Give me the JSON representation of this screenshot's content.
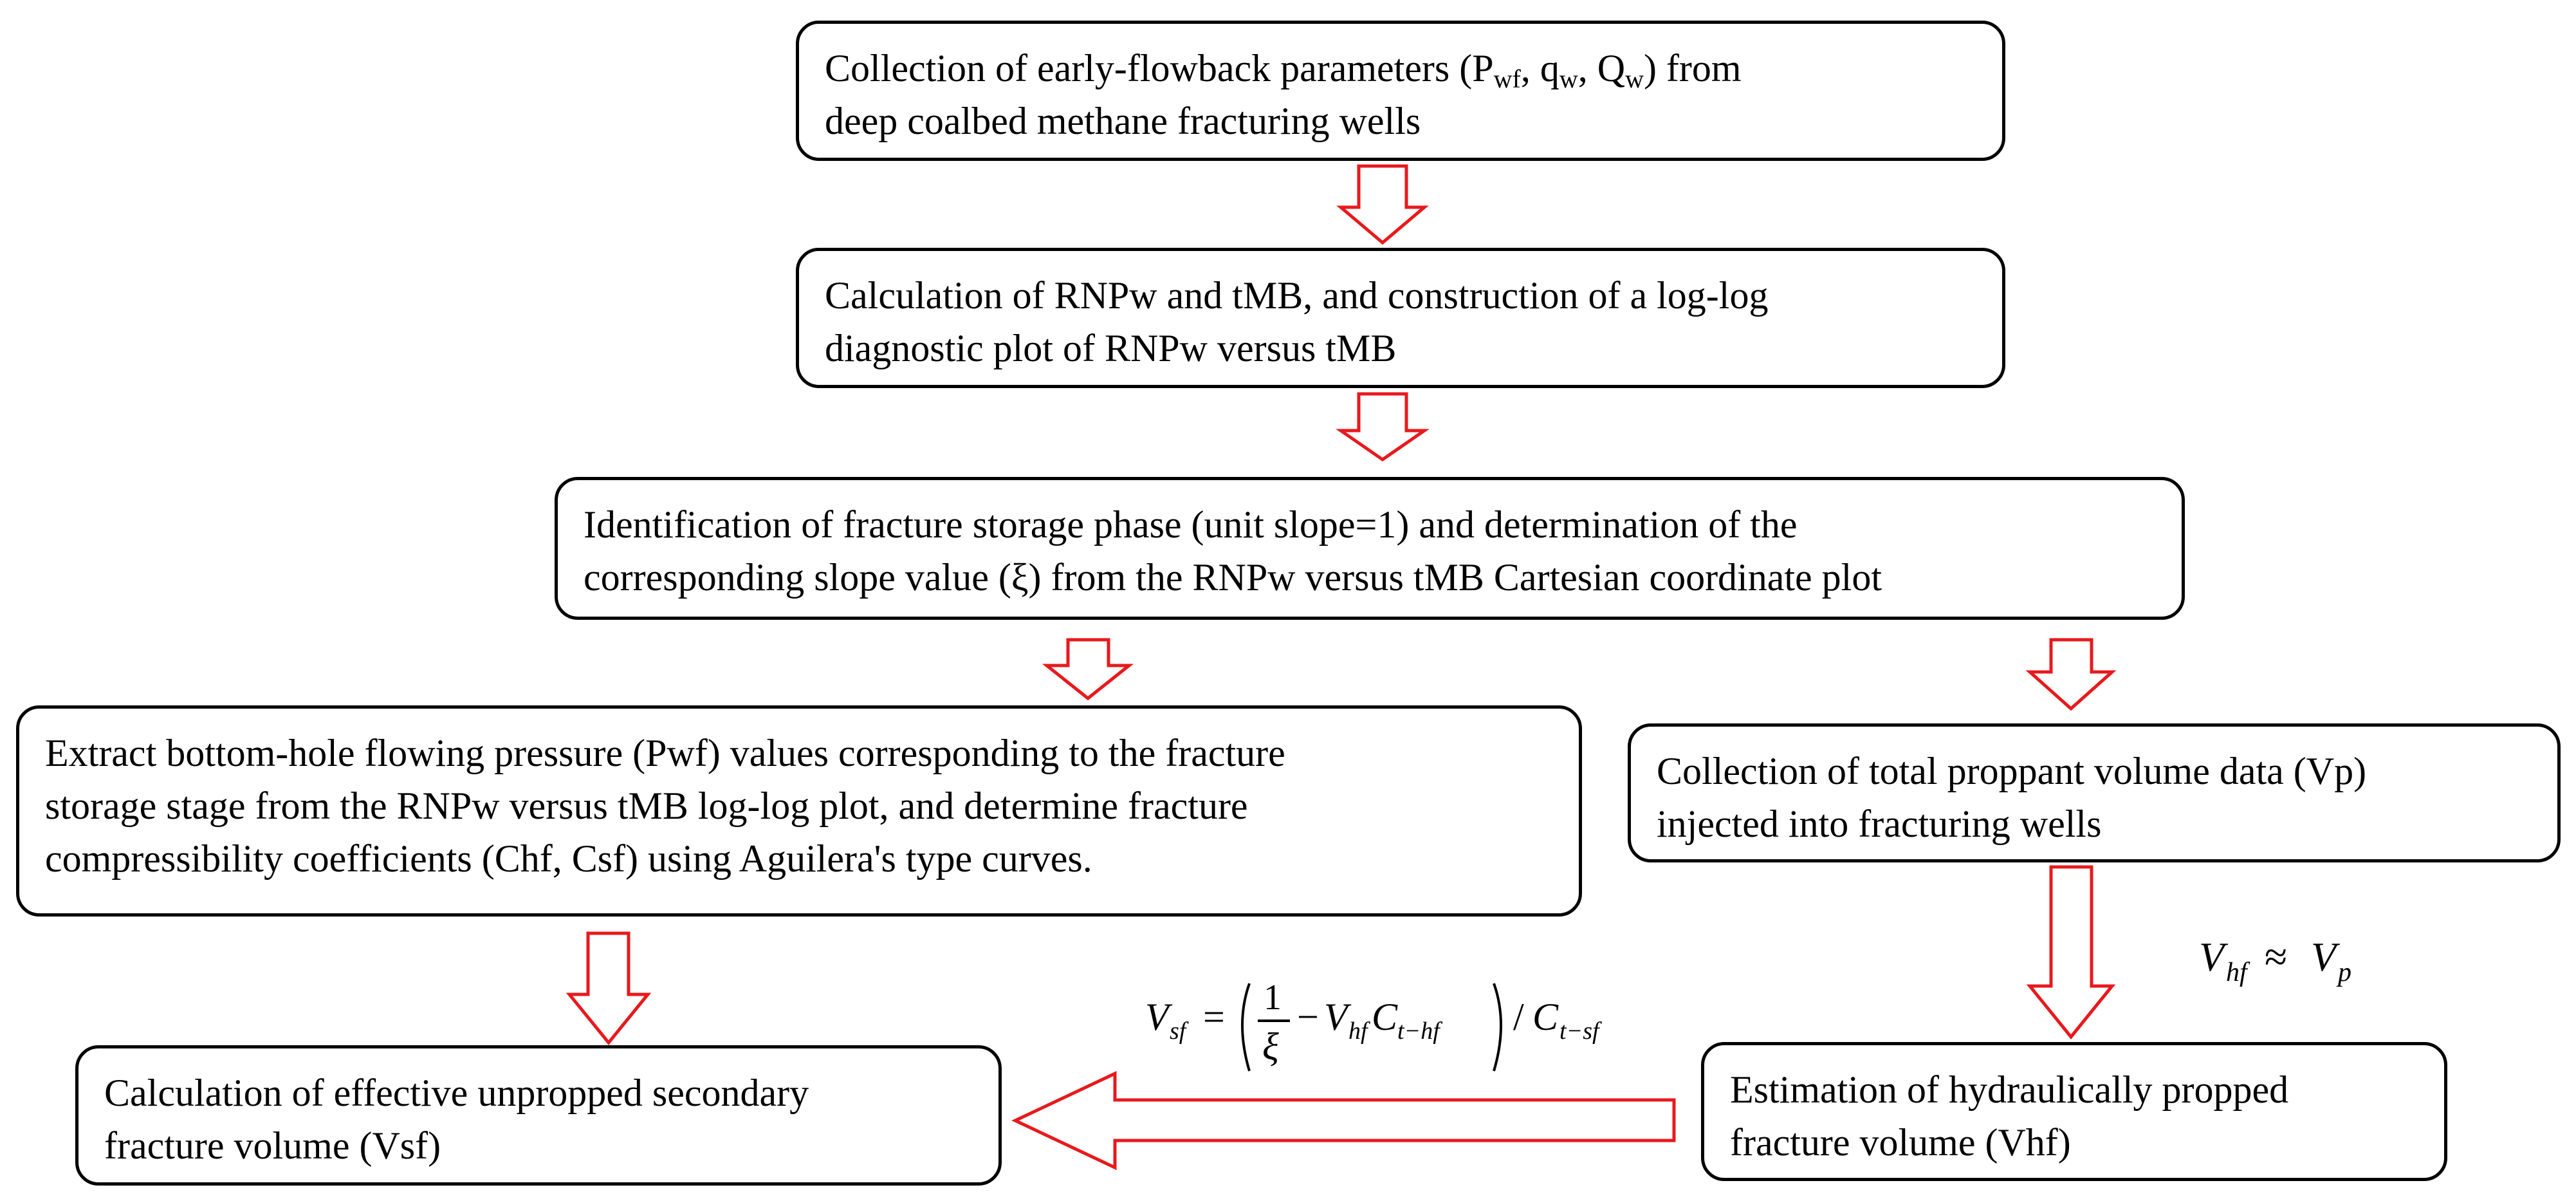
{
  "boxes": {
    "collection": {
      "line1_prefix": "Collection of early-flowback parameters (P",
      "sub1": "wf",
      "sep1": ", q",
      "sub2": "w",
      "sep2": ", Q",
      "sub3": "w",
      "line1_suffix": ") from",
      "line2": "deep coalbed methane fracturing wells"
    },
    "calculation": {
      "line1": "Calculation of RNPw and tMB, and construction of a log-log",
      "line2": "diagnostic plot of RNPw versus tMB"
    },
    "identification": {
      "line1": "Identification of fracture storage phase (unit slope=1) and determination of the",
      "line2": "corresponding slope value (ξ) from the RNPw versus tMB Cartesian coordinate plot"
    },
    "extract": {
      "line1": "Extract bottom-hole flowing pressure (Pwf) values corresponding to the fracture",
      "line2": "storage stage from the RNPw versus tMB log-log plot, and determine fracture",
      "line3": "compressibility coefficients (Chf, Csf) using Aguilera's type curves."
    },
    "proppant": {
      "line1": "Collection of total proppant volume data (Vp)",
      "line2": "injected into fracturing wells"
    },
    "secondary": {
      "line1": "Calculation of effective unpropped secondary",
      "line2": "fracture volume (Vsf)"
    },
    "hydraulic": {
      "line1": "Estimation of hydraulically propped",
      "line2": "fracture volume (Vhf)"
    }
  },
  "equations": {
    "vsf": {
      "lhs": "V",
      "lhs_sub": "sf",
      "eq": "=",
      "num": "1",
      "den": "ξ",
      "minus": "−",
      "v": "V",
      "v_sub": "hf",
      "c": "C",
      "c_sub": "t−hf",
      "slash": "/",
      "c2": "C",
      "c2_sub": "t−sf"
    },
    "vhf": {
      "lhs": "V",
      "lhs_sub": "hf",
      "approx": "≈",
      "rhs": "V",
      "rhs_sub": "p"
    }
  },
  "colors": {
    "arrow": "#e8191c",
    "border": "#000000"
  }
}
